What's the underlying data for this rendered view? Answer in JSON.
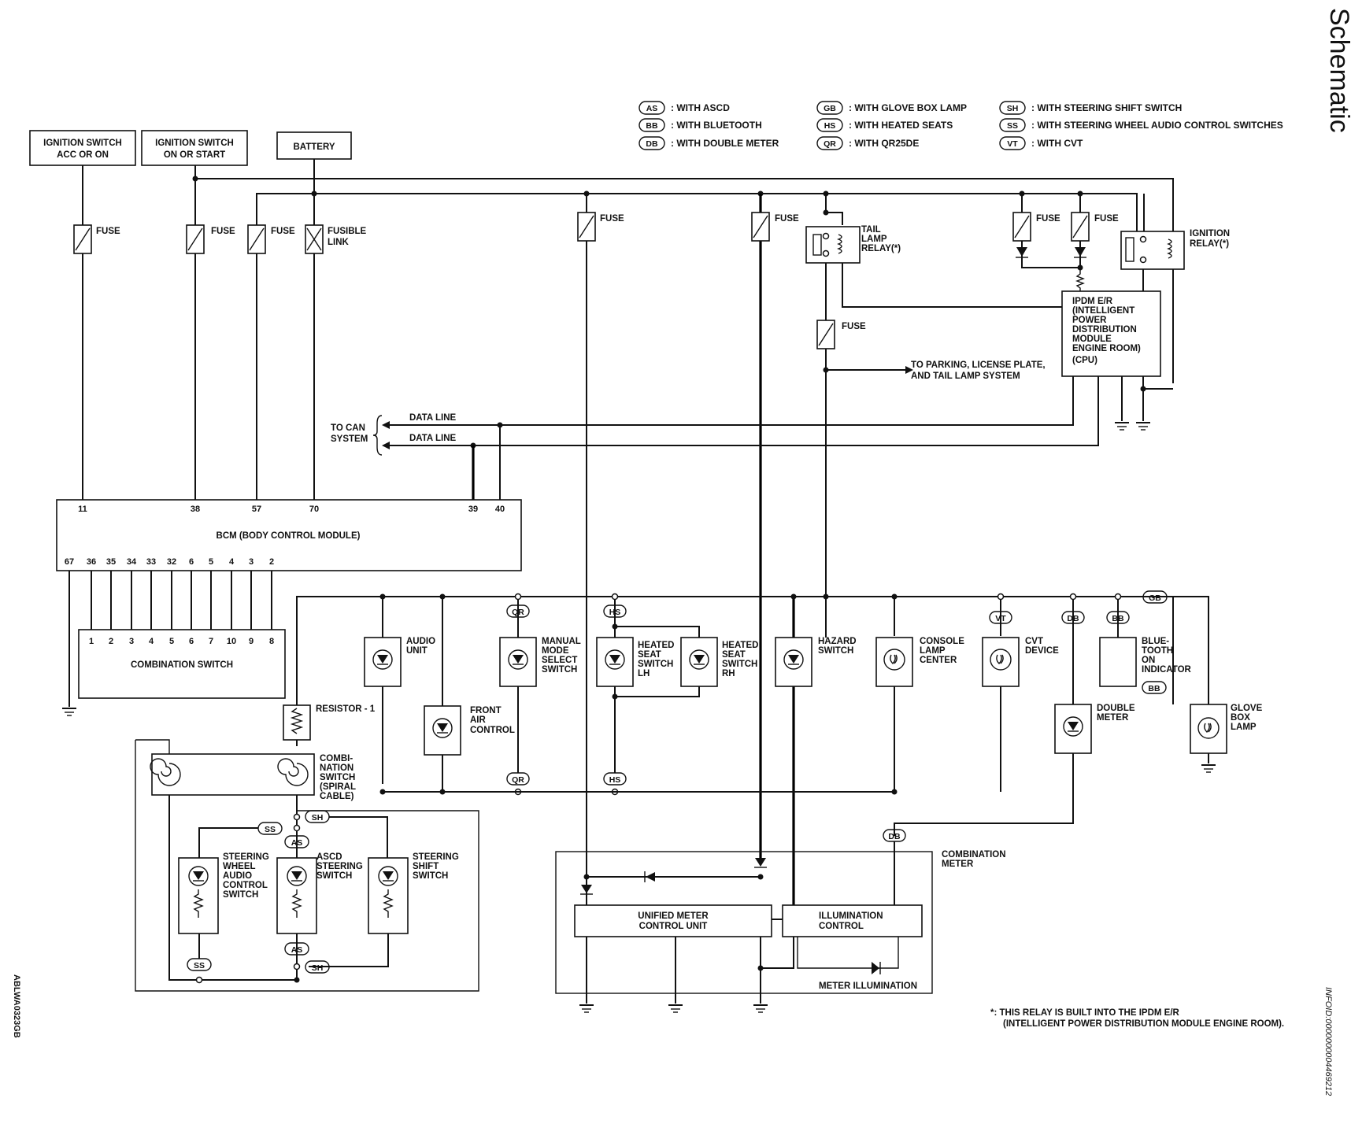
{
  "header": {
    "title": "Schematic",
    "doc_code_left": "ABLWA0323GB",
    "doc_code_right": "INFOID:0000000004469212"
  },
  "legend": [
    {
      "code": "AS",
      "text": ": WITH ASCD"
    },
    {
      "code": "BB",
      "text": ": WITH BLUETOOTH"
    },
    {
      "code": "DB",
      "text": ": WITH DOUBLE METER"
    },
    {
      "code": "GB",
      "text": ": WITH GLOVE BOX LAMP"
    },
    {
      "code": "HS",
      "text": ": WITH HEATED SEATS"
    },
    {
      "code": "QR",
      "text": ": WITH QR25DE"
    },
    {
      "code": "SH",
      "text": ": WITH STEERING SHIFT SWITCH"
    },
    {
      "code": "SS",
      "text": ": WITH STEERING WHEEL AUDIO CONTROL SWITCHES"
    },
    {
      "code": "VT",
      "text": ": WITH CVT"
    }
  ],
  "sources": {
    "ign_acc": [
      "IGNITION SWITCH",
      "ACC OR ON"
    ],
    "ign_on": [
      "IGNITION SWITCH",
      "ON OR START"
    ],
    "battery": "BATTERY"
  },
  "labels": {
    "fuse": "FUSE",
    "fusible_link": [
      "FUSIBLE",
      "LINK"
    ],
    "tail_relay": [
      "TAIL",
      "LAMP",
      "RELAY(*)"
    ],
    "ign_relay": [
      "IGNITION",
      "RELAY(*)"
    ],
    "ipdm": [
      "IPDM E/R",
      "(INTELLIGENT",
      "POWER",
      "DISTRIBUTION",
      "MODULE",
      "ENGINE ROOM)",
      "(CPU)"
    ],
    "to_parking": [
      "TO PARKING, LICENSE PLATE,",
      "AND TAIL LAMP SYSTEM"
    ],
    "to_can": [
      "TO CAN",
      "SYSTEM"
    ],
    "data_line": "DATA LINE",
    "bcm": "BCM (BODY CONTROL MODULE)",
    "combination_switch": "COMBINATION SWITCH",
    "resistor": "RESISTOR - 1",
    "spiral": [
      "COMBI-",
      "NATION",
      "SWITCH",
      "(SPIRAL",
      "CABLE)"
    ],
    "audio_unit": [
      "AUDIO",
      "UNIT"
    ],
    "front_air": [
      "FRONT",
      "AIR",
      "CONTROL"
    ],
    "manual_mode": [
      "MANUAL",
      "MODE",
      "SELECT",
      "SWITCH"
    ],
    "heated_lh": [
      "HEATED",
      "SEAT",
      "SWITCH",
      "LH"
    ],
    "heated_rh": [
      "HEATED",
      "SEAT",
      "SWITCH",
      "RH"
    ],
    "hazard": [
      "HAZARD",
      "SWITCH"
    ],
    "console": [
      "CONSOLE",
      "LAMP",
      "CENTER"
    ],
    "cvt": [
      "CVT",
      "DEVICE"
    ],
    "double_meter": [
      "DOUBLE",
      "METER"
    ],
    "bluetooth": [
      "BLUE-",
      "TOOTH",
      "ON",
      "INDICATOR"
    ],
    "glove": [
      "GLOVE",
      "BOX",
      "LAMP"
    ],
    "sw_audio": [
      "STEERING",
      "WHEEL",
      "AUDIO",
      "CONTROL",
      "SWITCH"
    ],
    "ascd_sw": [
      "ASCD",
      "STEERING",
      "SWITCH"
    ],
    "shift_sw": [
      "STEERING",
      "SHIFT",
      "SWITCH"
    ],
    "comb_meter": [
      "COMBINATION",
      "METER"
    ],
    "umcu": [
      "UNIFIED METER",
      "CONTROL UNIT"
    ],
    "illum_ctrl": [
      "ILLUMINATION",
      "CONTROL"
    ],
    "meter_illum": "METER ILLUMINATION",
    "footnote": [
      "*: THIS RELAY IS BUILT INTO THE IPDM E/R",
      "(INTELLIGENT POWER DISTRIBUTION MODULE ENGINE ROOM)."
    ]
  },
  "bcm_pins_top": [
    "11",
    "38",
    "57",
    "70",
    "39",
    "40"
  ],
  "bcm_pins_bottom": [
    "67",
    "36",
    "35",
    "34",
    "33",
    "32",
    "6",
    "5",
    "4",
    "3",
    "2"
  ],
  "combsw_pins": [
    "1",
    "2",
    "3",
    "4",
    "5",
    "6",
    "7",
    "10",
    "9",
    "8"
  ],
  "option_tags": [
    "QR",
    "HS",
    "VT",
    "DB",
    "BB",
    "GB",
    "SS",
    "SH",
    "AS"
  ]
}
